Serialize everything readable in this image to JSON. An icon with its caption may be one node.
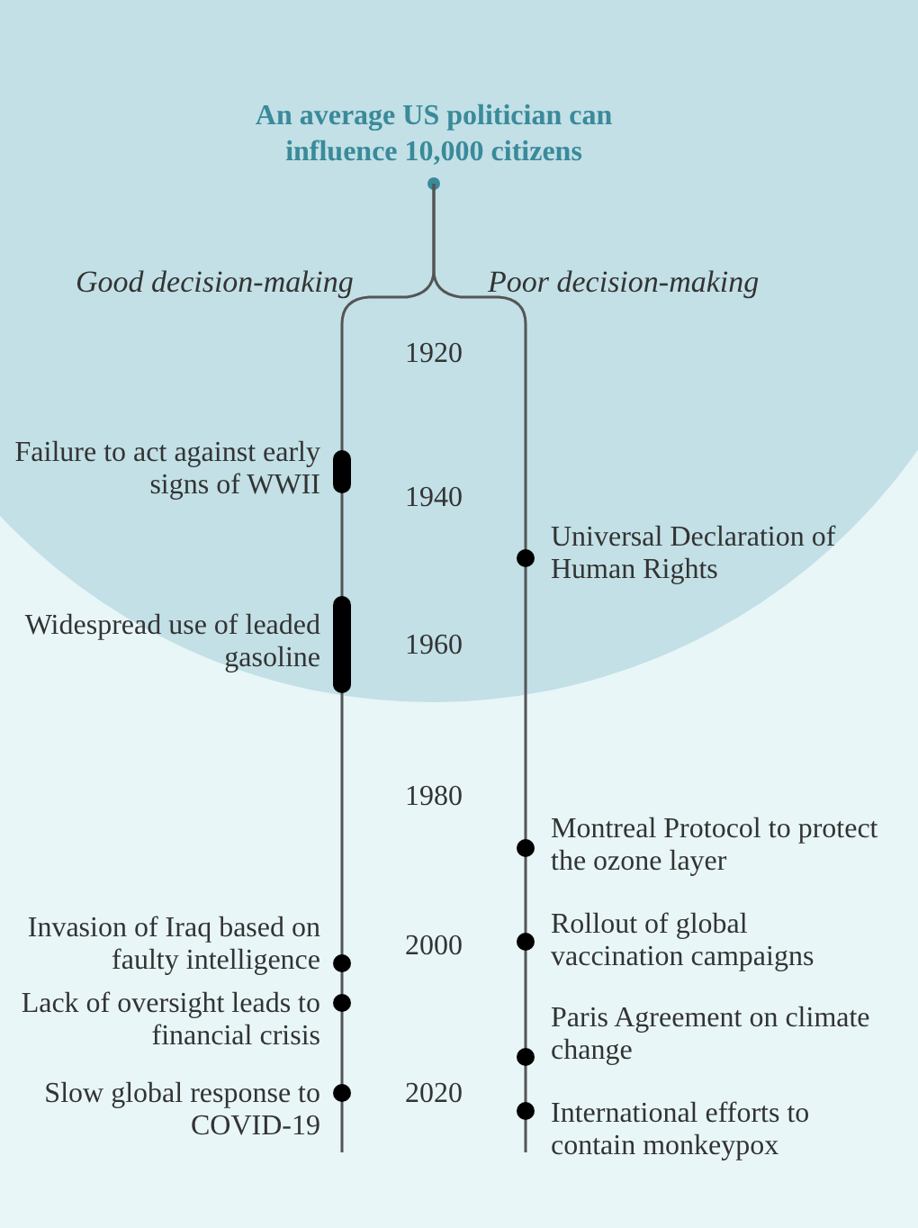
{
  "diagram": {
    "title": "An average US politician can influence 10,000 citizens",
    "labels": [
      "Good decision-making",
      "Poor decision-making",
      "1920",
      "Failure to act against early signs of WWII",
      "1940",
      "Universal Declaration of Human Rights",
      "Widespread use of leaded gasoline",
      "1960",
      "1980",
      "Montreal Protocol to protect the ozone layer",
      "Invasion of Iraq based on faulty intelligence",
      "2000",
      "Rollout of global vaccination campaigns",
      "Lack of oversight leads to financial crisis",
      "Paris Agreement on climate change",
      "Slow global response to COVID-19",
      "2020",
      "International efforts to contain monkeypox"
    ]
  }
}
